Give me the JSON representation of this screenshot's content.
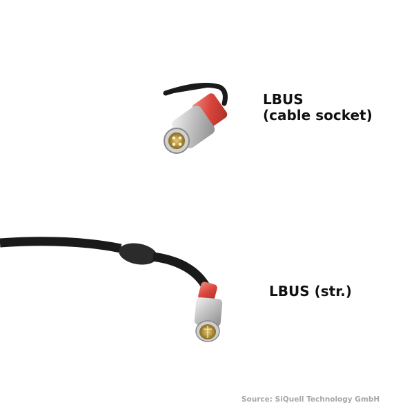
{
  "labels": {
    "connector_1": {
      "line1": "LBUS",
      "line2": "(cable socket)"
    },
    "connector_2": "LBUS (str.)"
  },
  "source": "Source: SiQuell Technology GmbH",
  "colors": {
    "background": "#ffffff",
    "cable": "#1a1a1a",
    "heatshrink_red": "#d9534f",
    "metal": "#c8c8c8",
    "contacts_gold": "#c9a24a",
    "source_text": "#a8a8a8"
  }
}
